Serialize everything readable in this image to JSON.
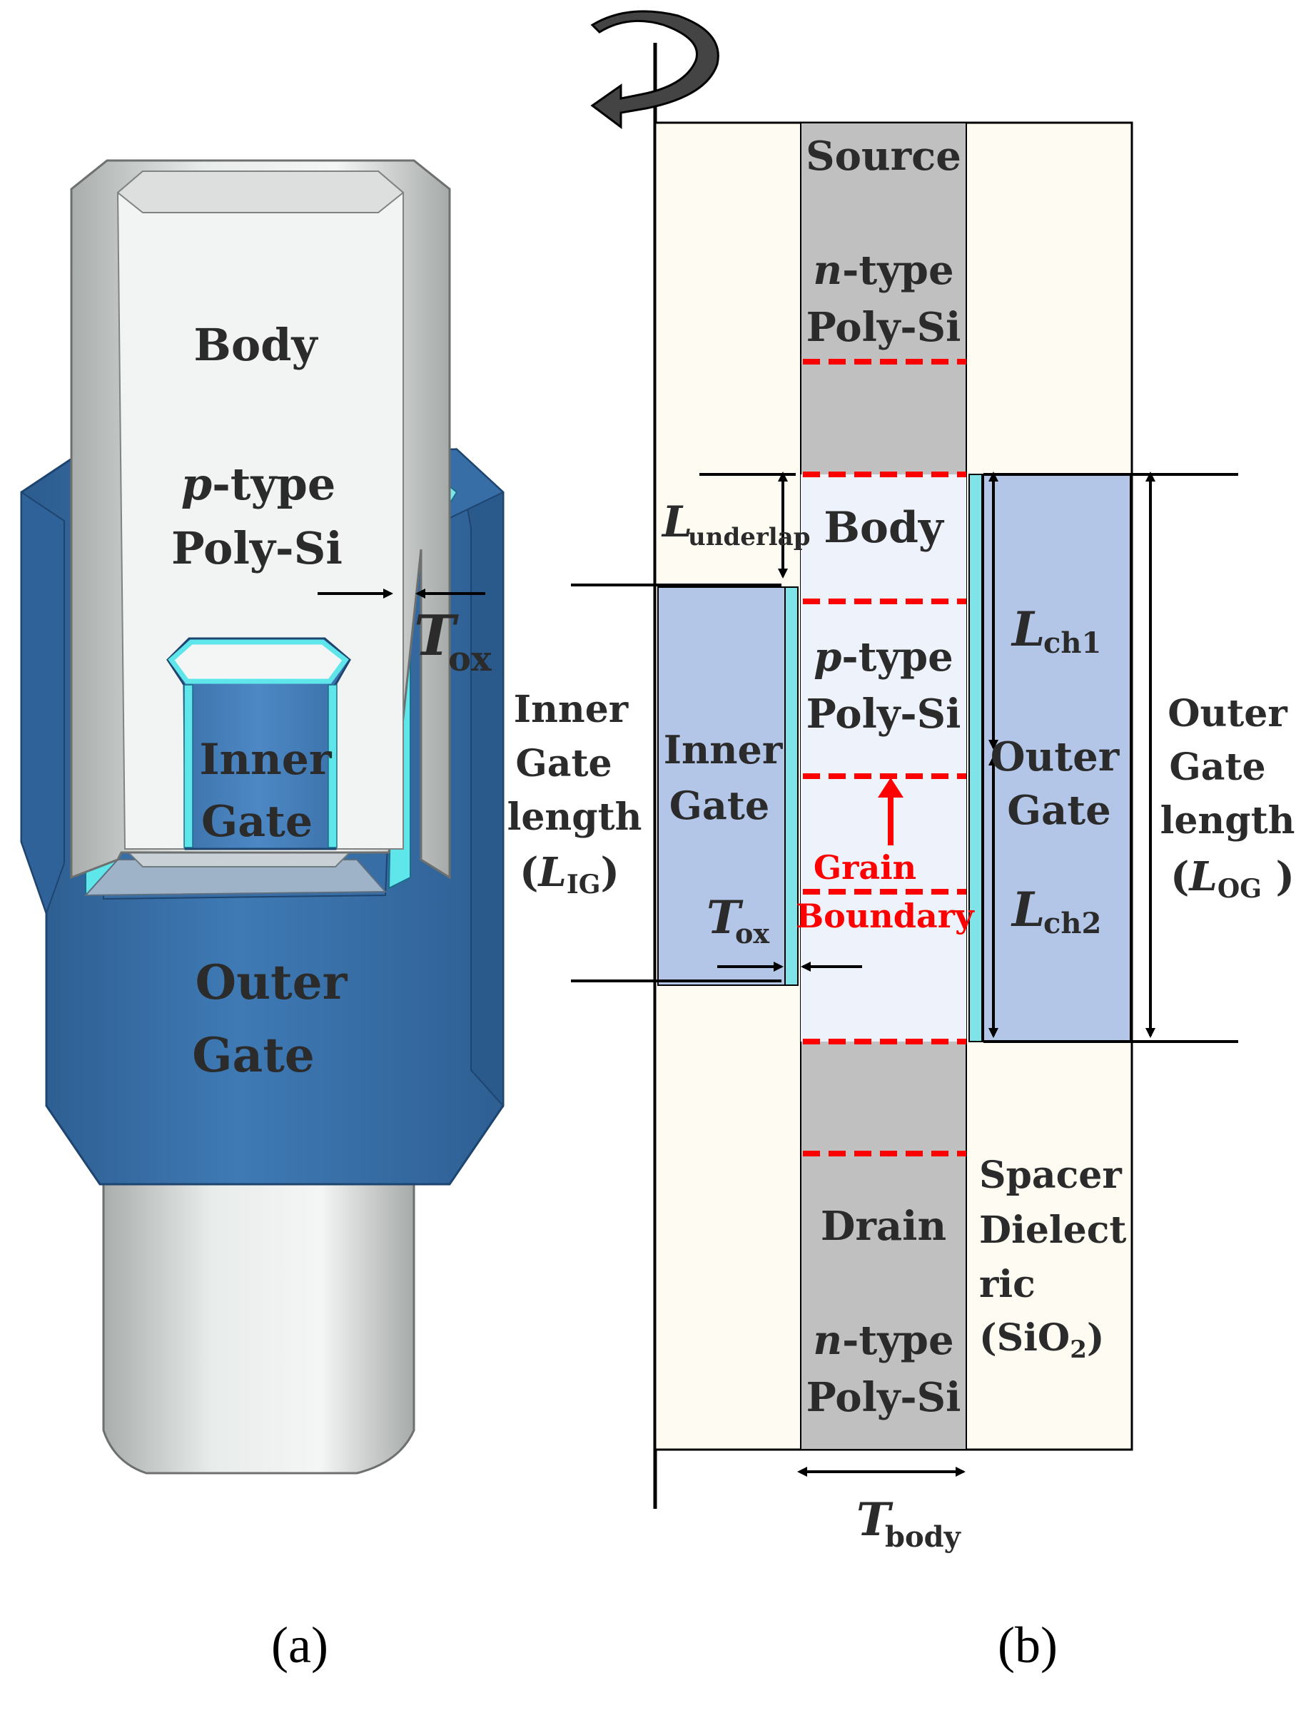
{
  "panel_a": {
    "body_label": "Body",
    "ptype_italic": "p",
    "ptype_rest": "-type",
    "polysi": "Poly-Si",
    "tox_T": "T",
    "tox_sub": "ox",
    "inner_gate_1": "Inner",
    "inner_gate_2": "Gate",
    "outer_gate_1": "Outer",
    "outer_gate_2": "Gate",
    "caption": "(a)"
  },
  "panel_b": {
    "source": "Source",
    "src_ntype_italic": "n",
    "src_ntype_rest": "-type",
    "src_polysi": "Poly-Si",
    "body": "Body",
    "ptype_italic": "p",
    "ptype_rest": "-type",
    "ptype_polysi": "Poly-Si",
    "grain_1": "Grain",
    "grain_2": "Boundary",
    "drain": "Drain",
    "drn_ntype_italic": "n",
    "drn_ntype_rest": "-type",
    "drn_polysi": "Poly-Si",
    "inner_gate_1": "Inner",
    "inner_gate_2": "Gate",
    "outer_gate_1": "Outer",
    "outer_gate_2": "Gate",
    "underlap_L": "L",
    "underlap_sub": "underlap",
    "lch1_L": "L",
    "lch1_sub": "ch1",
    "lch2_L": "L",
    "lch2_sub": "ch2",
    "tox_T": "T",
    "tox_sub": "ox",
    "ig_len_1": "Inner",
    "ig_len_2": "Gate",
    "ig_len_3": "length",
    "ig_len_open": "(",
    "ig_len_L": "L",
    "ig_len_sub": "IG",
    "ig_len_close": ")",
    "og_len_1": "Outer",
    "og_len_2": "Gate",
    "og_len_3": "length",
    "og_len_open": "(",
    "og_len_L": "L",
    "og_len_sub": "OG",
    "og_len_close": " )",
    "spacer_1": "Spacer",
    "spacer_2": "Dielect",
    "spacer_3": "ric",
    "spacer_4a": "(SiO",
    "spacer_4sub": "2",
    "spacer_4b": ")",
    "tbody_T": "T",
    "tbody_sub": "body",
    "caption": "(b)"
  },
  "colors": {
    "oxide": "#7fe3e8",
    "gate_blue": "#b4c6e7",
    "source_drain_gray": "#c0c0c0",
    "body_fill": "#eef3fb",
    "spacer_cream": "#fdfbf2",
    "grain_red": "#ff0000",
    "outer_gate_3d": "#3f7ab5"
  }
}
